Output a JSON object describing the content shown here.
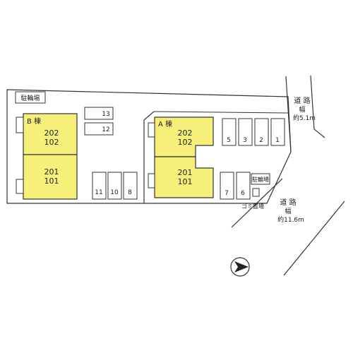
{
  "labels": {
    "bicycle_parking_left": "駐輪場",
    "bicycle_parking_right": "駐輪場",
    "garbage": "ゴミ置場",
    "building_b": "B 棟",
    "building_a": "A 棟",
    "road_top_name": "道 路",
    "road_top_width_label": "幅",
    "road_top_width": "約5.1m",
    "road_bottom_name": "道 路",
    "road_bottom_width_label": "幅",
    "road_bottom_width": "約11.6m"
  },
  "units": {
    "b_upper": [
      "202",
      "102"
    ],
    "b_lower": [
      "201",
      "101"
    ],
    "a_upper": [
      "202",
      "102"
    ],
    "a_lower": [
      "201",
      "101"
    ]
  },
  "parking": {
    "left_upper": [
      "13",
      "12"
    ],
    "left_lower": [
      "11",
      "10",
      "8"
    ],
    "right_upper": [
      "5",
      "3",
      "2",
      "1"
    ],
    "right_lower": [
      "7",
      "6"
    ]
  },
  "colors": {
    "building": "#f6f07a",
    "line": "#333333"
  }
}
